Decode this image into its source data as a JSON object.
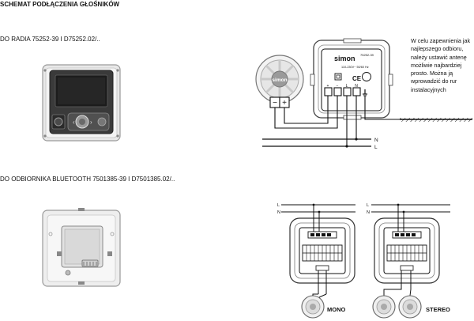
{
  "title": "SCHEMAT PODŁĄCZENIA GŁOŚNIKÓW",
  "sections": {
    "radio": "DO RADIA 75252-39 I D75252.02/..",
    "bluetooth": "DO ODBIORNIKA BLUETOOTH 7501385-39 I D7501385.02/.."
  },
  "note": "W celu zapewnienia jak najlepszego odbioru, należy ustawić antenę możliwie najbardziej prosto. Można ją wprowadzić do rur instalacyjnych",
  "radio_diagram": {
    "speaker_brand": "simon",
    "module_brand": "simon",
    "module_model": "75252-39",
    "module_spec": "110-230V~ 50/60 Hz",
    "ce_mark": "CE",
    "speaker_minus": "−",
    "speaker_plus": "+",
    "terminal_marks": [
      "+",
      "−",
      "L",
      "N"
    ],
    "line_labels": [
      "N",
      "L"
    ]
  },
  "bluetooth_diagram": {
    "line_labels_left": [
      "L",
      "N"
    ],
    "line_labels_right": [
      "L",
      "N"
    ],
    "mono_label": "MONO",
    "stereo_label": "STEREO"
  }
}
